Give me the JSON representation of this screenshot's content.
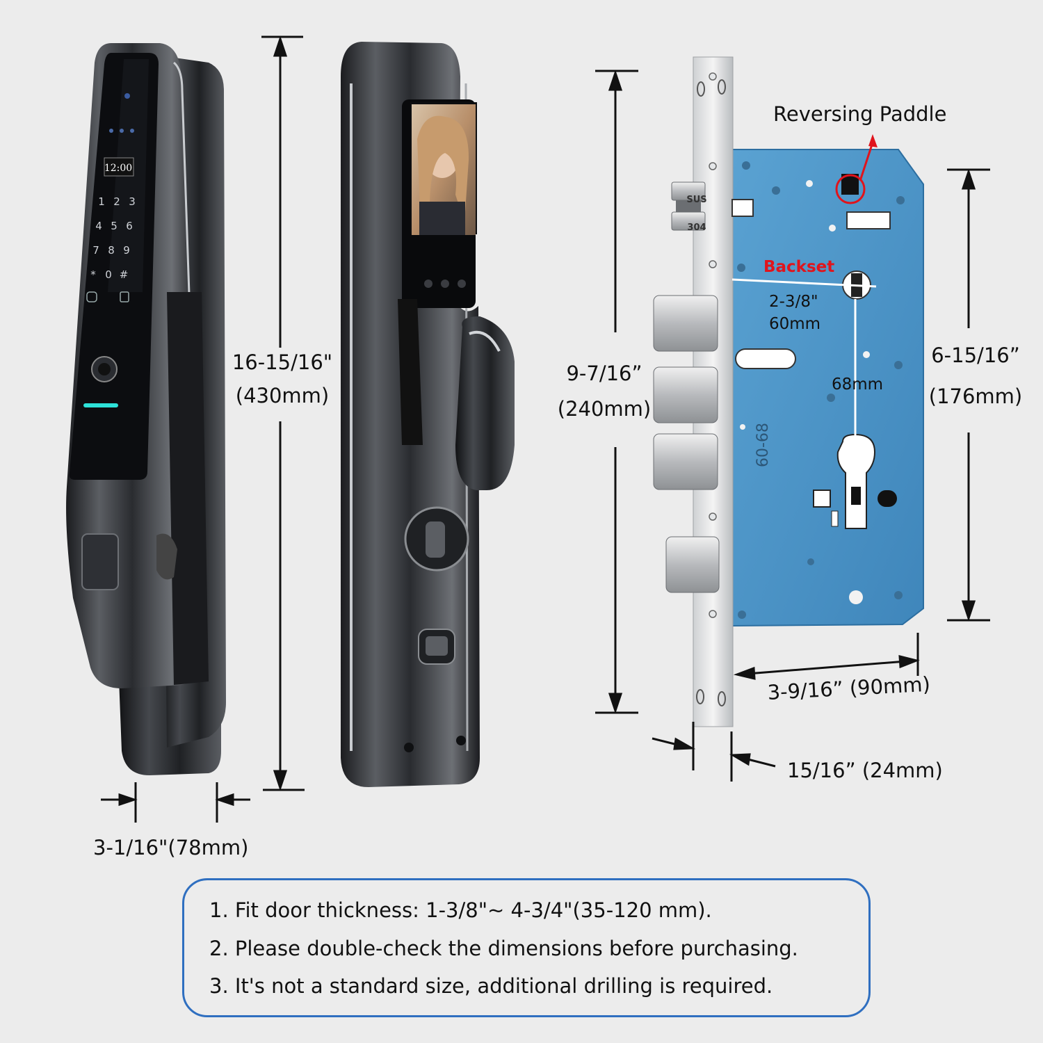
{
  "dimensions": {
    "front_height_in": "16-15/16\"",
    "front_height_mm": "(430mm)",
    "front_width": "3-1/16\"(78mm)",
    "mortise_height_in": "9-7/16”",
    "mortise_height_mm": "(240mm)",
    "case_height_in": "6-15/16”",
    "case_height_mm": "(176mm)",
    "case_width": "3-9/16”  (90mm)",
    "faceplate_width": "15/16”  (24mm)"
  },
  "mortise": {
    "reversing_paddle": "Reversing Paddle",
    "backset": "Backset",
    "backset_in": "2-3/8\"",
    "backset_mm": "60mm",
    "center_distance": "68mm",
    "model_stamp": "60-68",
    "steel_mark": "SUS 304"
  },
  "device": {
    "clock": "12:00",
    "keypad": [
      "1",
      "2",
      "3",
      "4",
      "5",
      "6",
      "7",
      "8",
      "9",
      "*",
      "0",
      "#"
    ]
  },
  "notes": [
    "1. Fit door thickness: 1-3/8\"~ 4-3/4\"(35-120 mm).",
    "2. Please double-check the dimensions before purchasing.",
    "3. It's not a standard size, additional drilling is required."
  ],
  "colors": {
    "background": "#ececec",
    "note_border": "#2f6fc0",
    "case_blue": "#4f95c6",
    "highlight_red": "#e0141c",
    "lock_body": "#2a2c30"
  }
}
